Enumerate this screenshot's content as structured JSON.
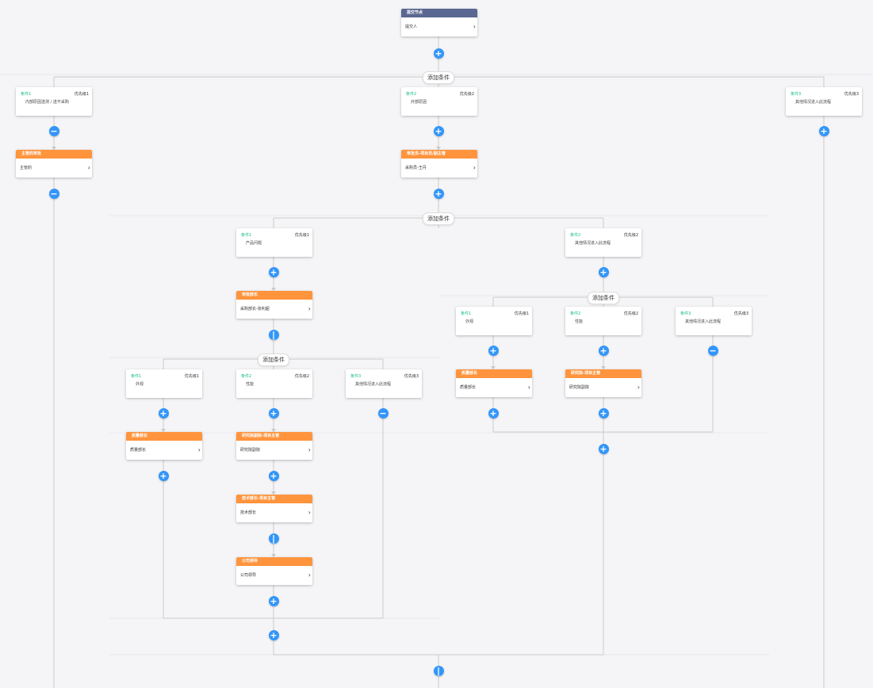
{
  "start_node": {
    "title": "提交节点",
    "subtitle": "提交人"
  },
  "add_condition_label": "添加条件",
  "plus_symbol": "+",
  "minus_symbol": "−",
  "pause_symbol": "|",
  "top_branches": {
    "b1": {
      "name": "条件1",
      "priority": "优先级1",
      "desc": "内部原因送测 / 送不采购"
    },
    "b2": {
      "name": "条件2",
      "priority": "优先级2",
      "desc": "外部原因"
    },
    "b3": {
      "name": "条件3",
      "priority": "优先级3",
      "desc": "其他情况进入此流程"
    }
  },
  "approvers": {
    "a1": {
      "title": "主管的审批",
      "subtitle": "主管的"
    },
    "a2": {
      "title": "审批员-项目员/副主管",
      "subtitle": "采购员-王丹"
    },
    "a3": {
      "title": "审批部长",
      "subtitle": "采购部长-张利超"
    },
    "a4": {
      "title": "质量部长",
      "subtitle": "质量部长"
    },
    "a5": {
      "title": "研究院副院-项目主管",
      "subtitle": "研究院副院"
    },
    "a6": {
      "title": "技术部长-项目主管",
      "subtitle": "技术部长"
    },
    "a7": {
      "title": "公司领导",
      "subtitle": "公司领导"
    },
    "a8": {
      "title": "质量部长",
      "subtitle": "质量部长"
    },
    "a9": {
      "title": "研究院-项目主管",
      "subtitle": "研究院副院"
    }
  },
  "level2_branches": {
    "c1": {
      "name": "条件1",
      "priority": "优先级1",
      "desc": "产品问题"
    },
    "c2": {
      "name": "条件2",
      "priority": "优先级2",
      "desc": "其他情况进入此流程"
    }
  },
  "level3_left_branches": {
    "d1": {
      "name": "条件1",
      "priority": "优先级1",
      "desc": "外观"
    },
    "d2": {
      "name": "条件2",
      "priority": "优先级2",
      "desc": "性能"
    },
    "d3": {
      "name": "条件3",
      "priority": "优先级3",
      "desc": "其他情况进入此流程"
    }
  },
  "level3_right_branches": {
    "e1": {
      "name": "条件1",
      "priority": "优先级1",
      "desc": "外观"
    },
    "e2": {
      "name": "条件2",
      "priority": "优先级2",
      "desc": "性能"
    },
    "e3": {
      "name": "条件3",
      "priority": "优先级3",
      "desc": "其他情况进入此流程"
    }
  },
  "colors": {
    "accent": "#3296fa",
    "approver_header": "#ff943d",
    "start_header": "#5a6792",
    "condition_name": "#15bc83"
  }
}
